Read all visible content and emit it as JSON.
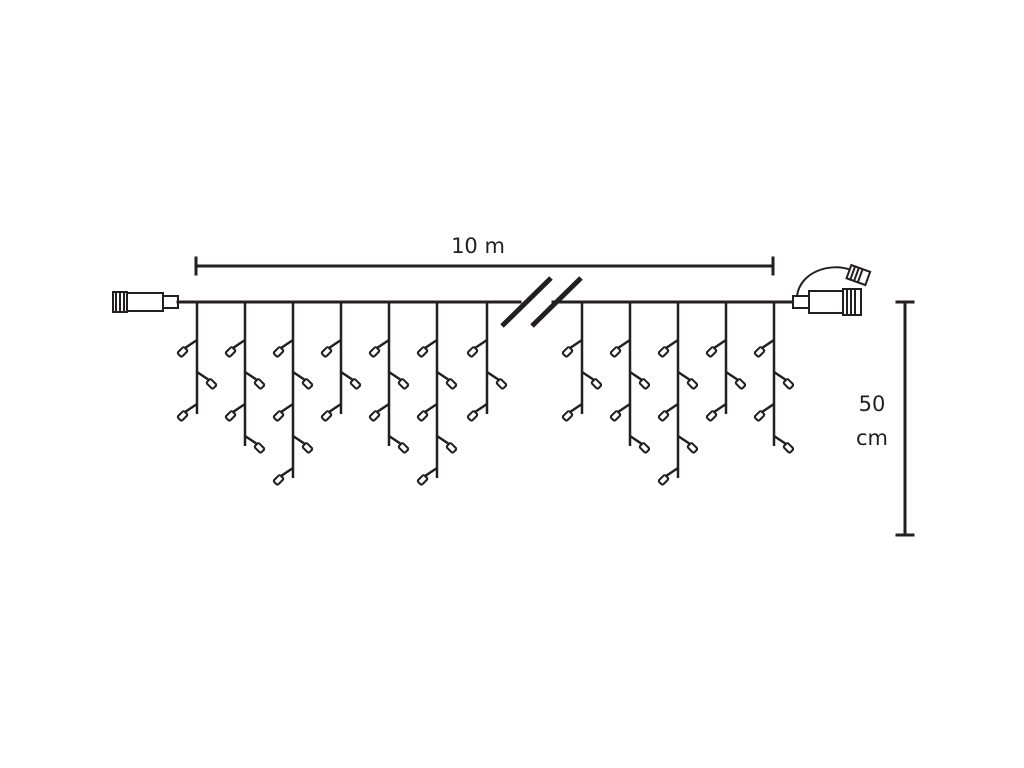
{
  "dimensions": {
    "length_label": "10 m",
    "drop_value": "50",
    "drop_unit": "cm"
  },
  "colors": {
    "line": "#231f20",
    "background": "#ffffff"
  },
  "strands": {
    "left_group_drops": [
      3,
      4,
      5,
      3,
      4,
      5,
      3
    ],
    "right_group_drops": [
      3,
      4,
      5,
      3,
      4
    ]
  }
}
